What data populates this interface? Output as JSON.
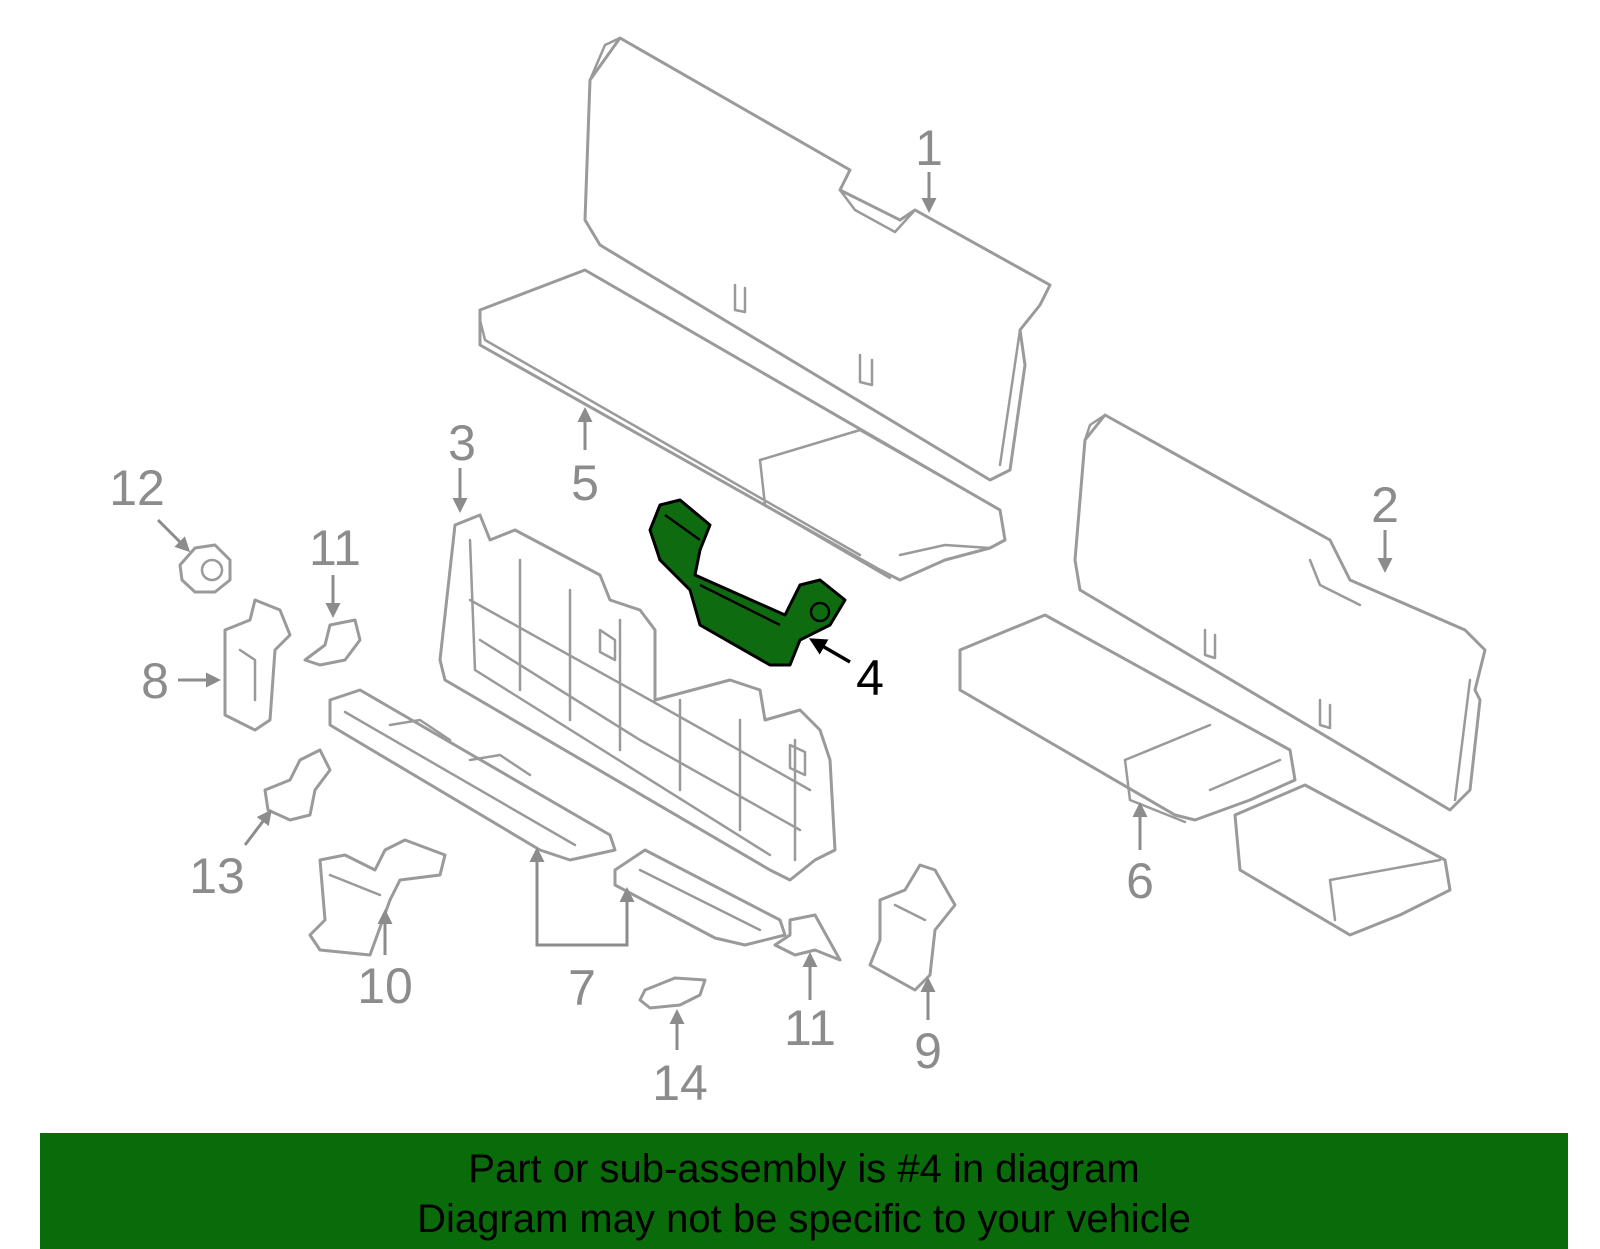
{
  "callouts": {
    "c1": "1",
    "c2": "2",
    "c3": "3",
    "c4": "4",
    "c5": "5",
    "c6": "6",
    "c7": "7",
    "c8": "8",
    "c9": "9",
    "c10": "10",
    "c11a": "11",
    "c11b": "11",
    "c12": "12",
    "c13": "13",
    "c14": "14"
  },
  "highlighted_part": "4",
  "colors": {
    "highlight": "#0f6b0f",
    "banner": "#0a6b0a",
    "line_art": "#9a9a9a"
  },
  "banner": {
    "line1": "Part or sub-assembly is #4 in diagram",
    "line2": "Diagram may not be specific to your vehicle"
  }
}
